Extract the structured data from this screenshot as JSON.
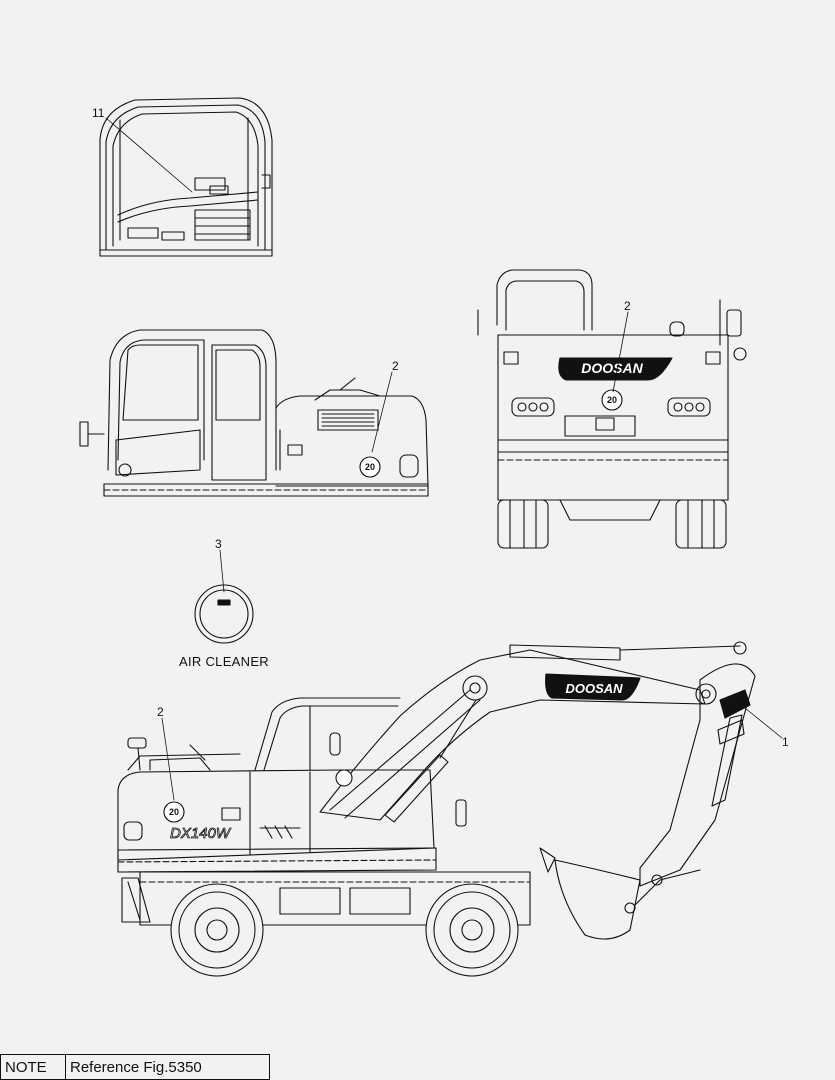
{
  "callouts": {
    "c11": "11",
    "c2a": "2",
    "c2b": "2",
    "c3": "3",
    "c2c": "2",
    "c1": "1"
  },
  "caption": "AIR CLEANER",
  "brand": "DOOSAN",
  "model": "DX140W",
  "badge": "20",
  "note": {
    "label": "NOTE",
    "text": "Reference Fig.5350"
  }
}
